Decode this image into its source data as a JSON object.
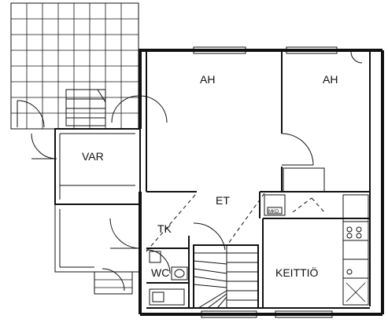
{
  "rooms": {
    "ah_left": "AH",
    "ah_right": "AH",
    "var": "VAR",
    "et": "ET",
    "tk": "TK",
    "wc": "WC",
    "keittio": "KEITTIÖ",
    "mkd": "MKD"
  }
}
